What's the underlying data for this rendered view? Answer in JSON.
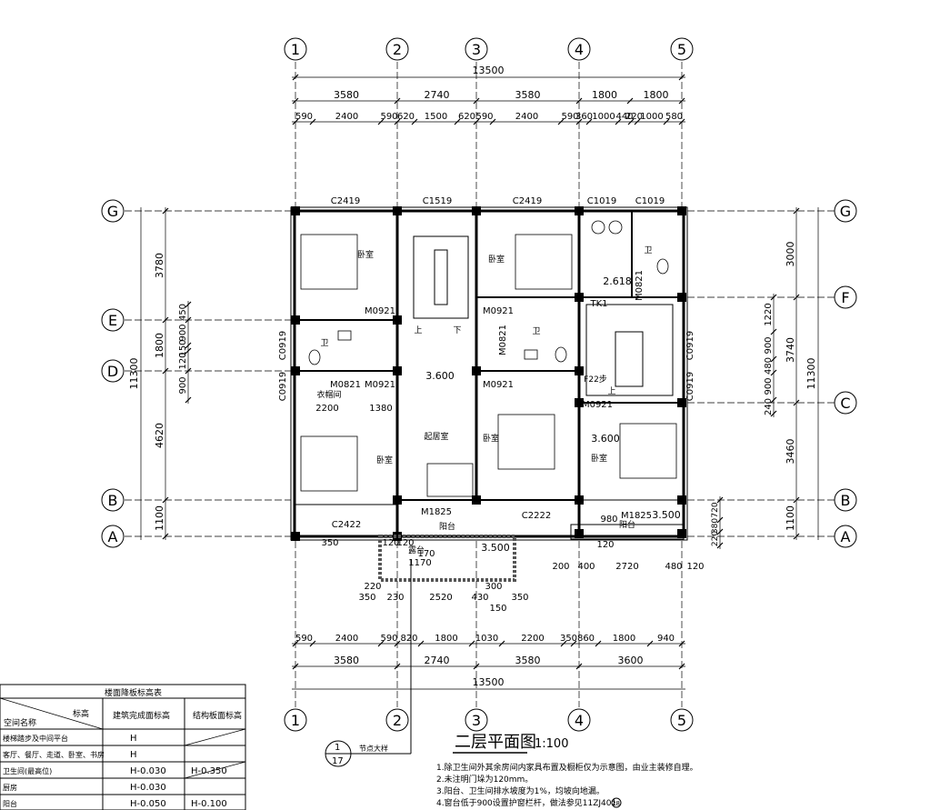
{
  "axes": {
    "columns": [
      "1",
      "2",
      "3",
      "4",
      "5"
    ],
    "rows": [
      "G",
      "F",
      "E",
      "D",
      "C",
      "B",
      "A"
    ]
  },
  "dims": {
    "top_total": "13500",
    "top_l2": [
      "3580",
      "2740",
      "3580",
      "1800",
      "1800"
    ],
    "top_l3": [
      "590",
      "2400",
      "590",
      "620",
      "1500",
      "620",
      "590",
      "2400",
      "590",
      "360",
      "1000",
      "440",
      "220",
      "1000",
      "580"
    ],
    "bot_l1": [
      "590",
      "2400",
      "590",
      "820",
      "1800",
      "1030",
      "2200",
      "350",
      "860",
      "1800",
      "940"
    ],
    "bot_l2": [
      "3580",
      "2740",
      "3580",
      "3600"
    ],
    "bot_total": "13500",
    "left_outer": "11300",
    "left_mid": [
      "3780",
      "1800",
      "4620",
      "1100"
    ],
    "left_inner": [
      "450",
      "900",
      "150",
      "120",
      "900"
    ],
    "right_outer": "11300",
    "right_mid": [
      "3000",
      "3740",
      "3460",
      "1100"
    ],
    "right_inner": [
      "1220",
      "900",
      "480",
      "900",
      "240"
    ],
    "right_small": [
      "720",
      "380",
      "220"
    ],
    "terrace": [
      "350",
      "120",
      "120",
      "170",
      "1170",
      "350",
      "220",
      "230",
      "2520",
      "430",
      "300",
      "150",
      "350"
    ],
    "balcony_r": [
      "200",
      "400",
      "2720",
      "480",
      "120",
      "980",
      "120"
    ],
    "room_d": [
      "2200",
      "1380"
    ]
  },
  "labels": {
    "windows": [
      "C2419",
      "C1519",
      "C2419",
      "C1019",
      "C1019",
      "C0919",
      "C0919",
      "C0919",
      "C0919",
      "C2422",
      "C2222"
    ],
    "doors": [
      "M0921",
      "M0921",
      "M0921",
      "M0921",
      "M0821",
      "M0821",
      "M0821",
      "M0921",
      "M1825",
      "M1825",
      "TK1"
    ],
    "rooms": [
      "卧室",
      "卧室",
      "卧室",
      "卧室",
      "卧室",
      "卫",
      "卫",
      "卫",
      "衣帽间",
      "起居室",
      "阳台",
      "阳台",
      "露台"
    ],
    "stairs": [
      "上",
      "下",
      "上"
    ],
    "elevations": [
      "3.600",
      "3.600",
      "3.500",
      "3.500",
      "2.618"
    ],
    "step": "F22步"
  },
  "title": {
    "name": "二层平面图",
    "scale": "1:100",
    "notes": [
      "1.除卫生间外其余房间内家具布置及橱柜仅为示意图，由业主装修自理。",
      "2.未注明门垛为120mm。",
      "3.阳台、卫生间排水坡度为1%，均坡向地漏。",
      "4.窗台低于900设置护窗栏杆，做法参见11ZJ401"
    ],
    "note4_badge": "28"
  },
  "detail": {
    "num": "1",
    "sheet": "17",
    "label": "节点大样"
  },
  "table": {
    "title": "楼面降板标高表",
    "h_name": "空间名称",
    "h_mark": "标高",
    "h_finish": "建筑完成面标高",
    "h_struct": "结构板面标高",
    "rows": [
      {
        "name": "楼梯踏步及中间平台",
        "finish": "H",
        "struct": ""
      },
      {
        "name": "客厅、餐厅、走道、卧室、书房",
        "finish": "H",
        "struct": ""
      },
      {
        "name": "卫生间(最高位)",
        "finish": "H-0.030",
        "struct": "H-0.350"
      },
      {
        "name": "厨房",
        "finish": "H-0.030",
        "struct": ""
      },
      {
        "name": "阳台",
        "finish": "H-0.050",
        "struct": "H-0.100"
      }
    ]
  },
  "colors": {
    "line": "#000000",
    "hatch": "#555555"
  }
}
